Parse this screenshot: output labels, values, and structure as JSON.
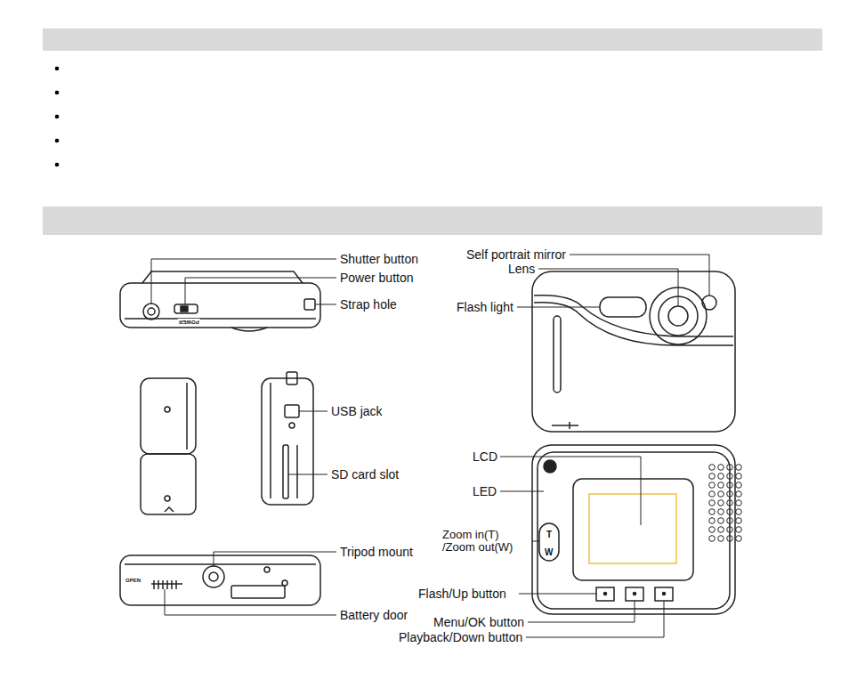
{
  "diagram": {
    "labels": [
      "Shutter button",
      "Power button",
      "Strap hole",
      "Self portrait mirror",
      "Lens",
      "Flash light",
      "USB jack",
      "SD card slot",
      "Tripod mount",
      "Battery door",
      "LCD",
      "LED",
      "Zoom in(T) /Zoom out(W)",
      "Flash/Up button",
      "Menu/OK button",
      "Playback/Down button",
      "POWER",
      "OPEN",
      "T",
      "W"
    ]
  }
}
